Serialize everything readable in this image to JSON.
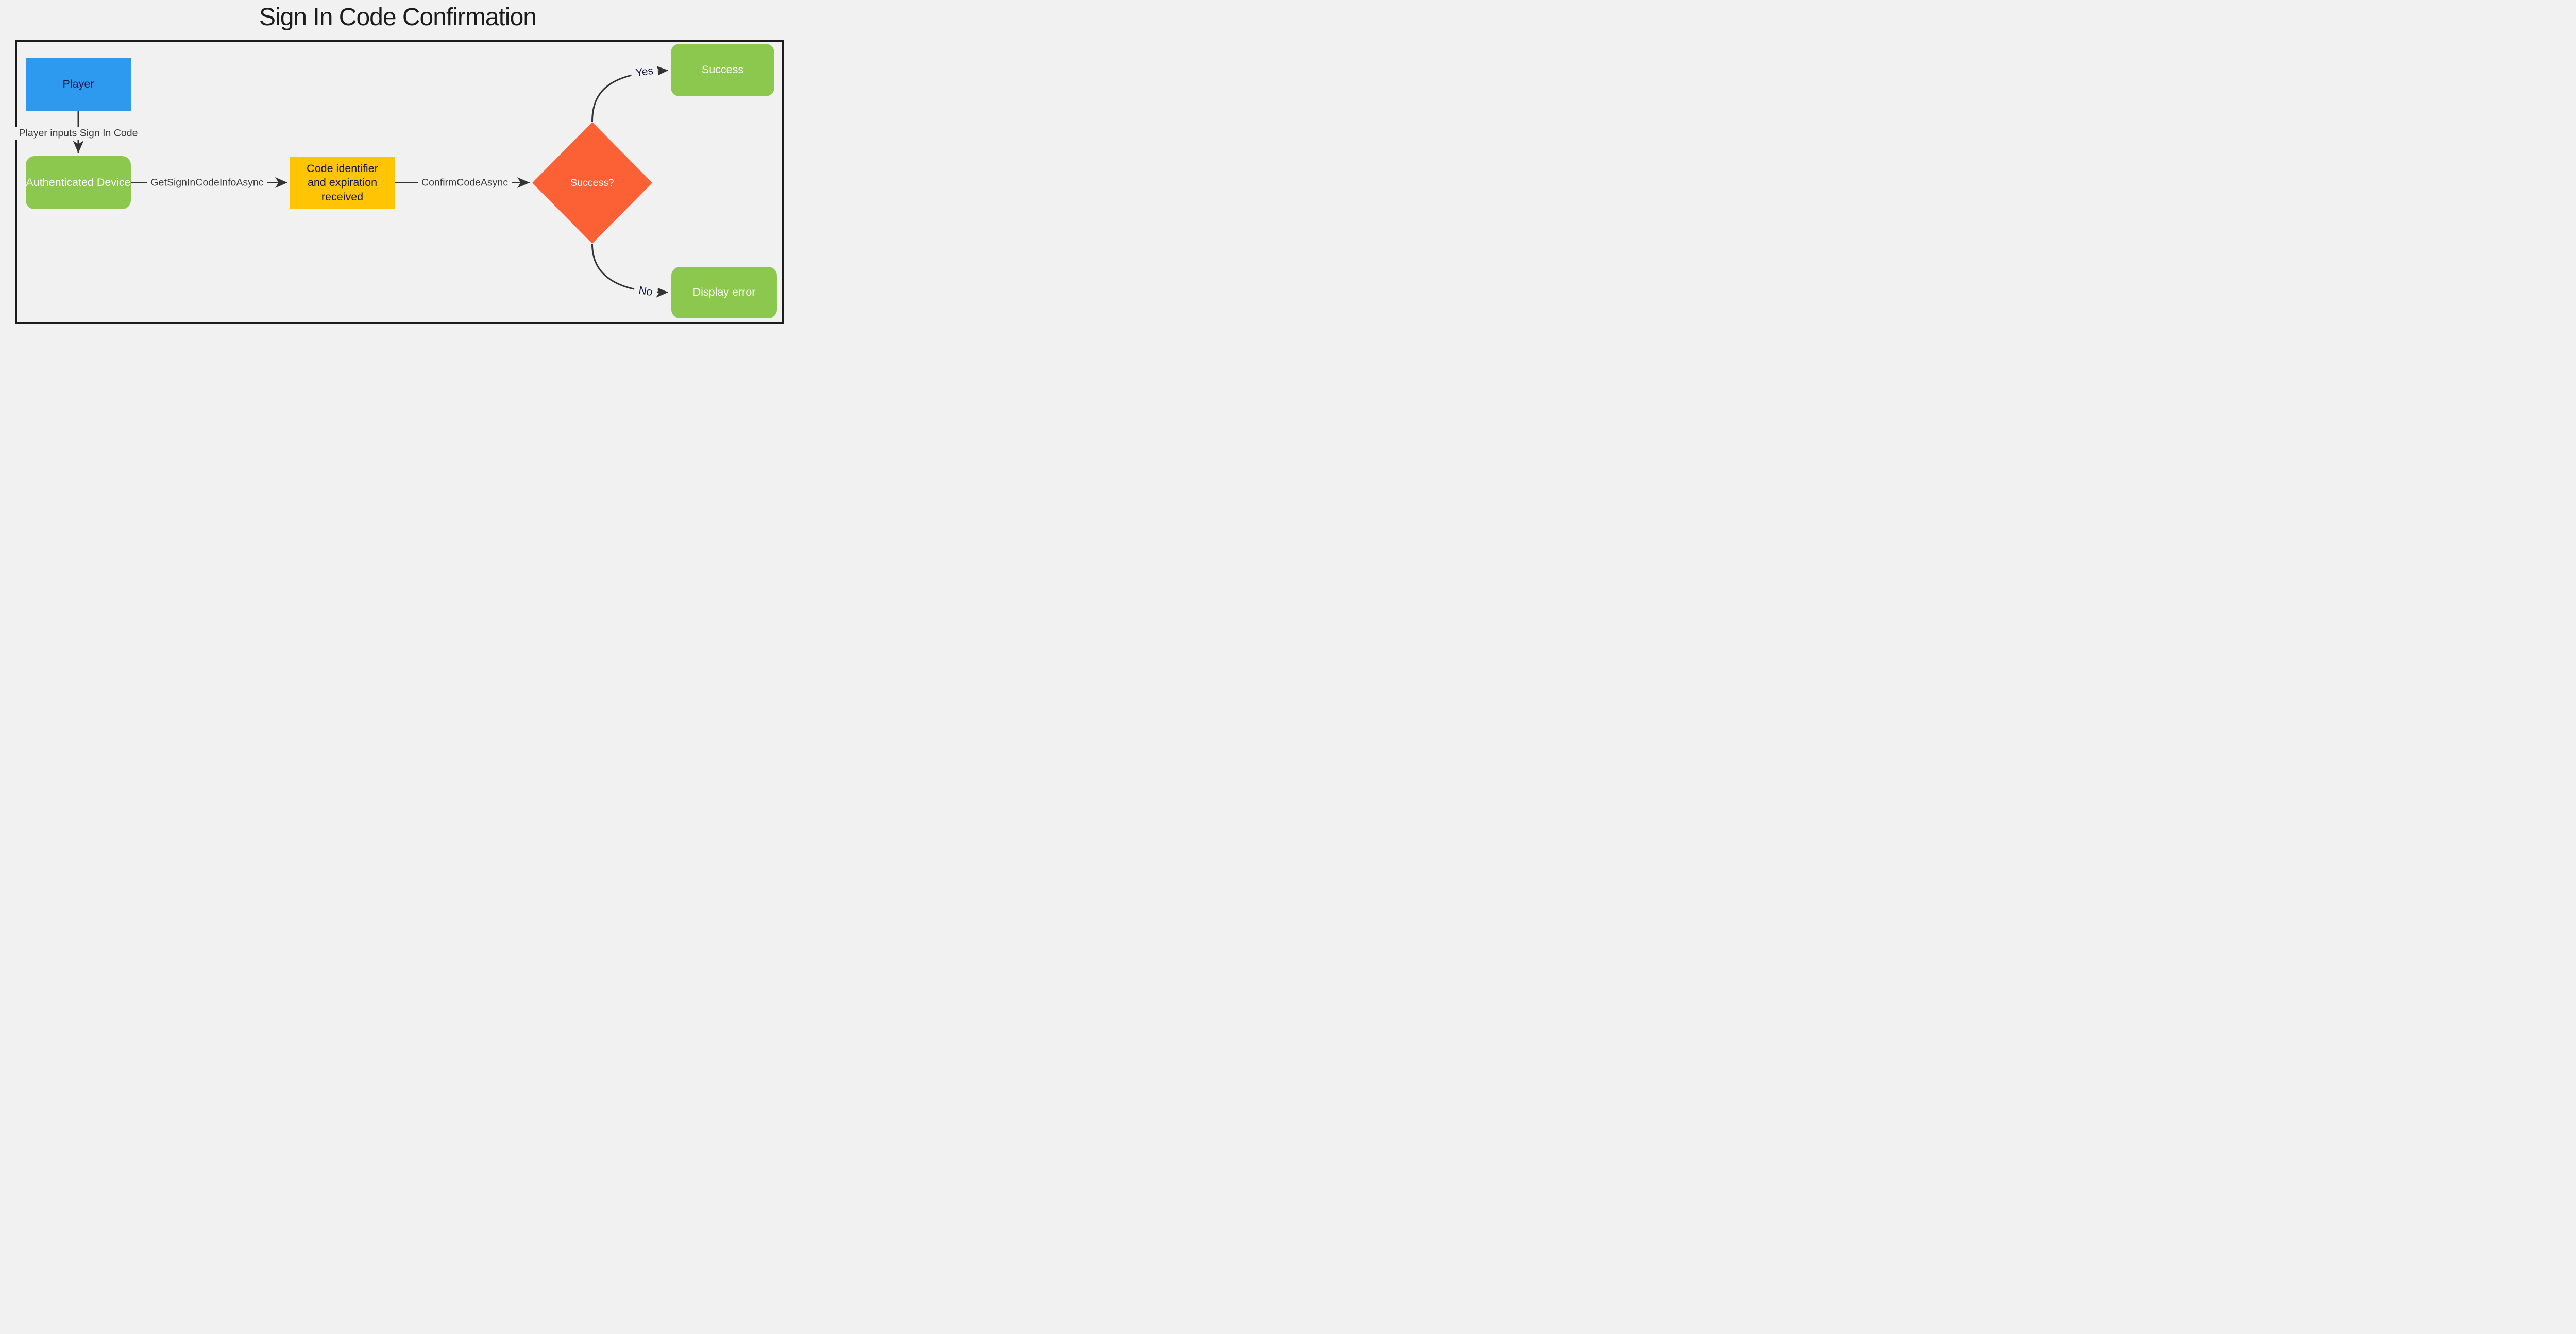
{
  "diagram": {
    "title": "Sign In Code Confirmation",
    "nodes": {
      "player": {
        "label": "Player",
        "shape": "rectangle",
        "color": "#2E9AEF"
      },
      "authenticated_device": {
        "label": "Authenticated Device",
        "shape": "rounded-rectangle",
        "color": "#8CC84E"
      },
      "code_received": {
        "label": "Code identifier and expiration received",
        "shape": "rectangle",
        "color": "#FFC403"
      },
      "decision": {
        "label": "Success?",
        "shape": "diamond",
        "color": "#FC6136"
      },
      "success": {
        "label": "Success",
        "shape": "rounded-rectangle",
        "color": "#8CC84E"
      },
      "display_error": {
        "label": "Display error",
        "shape": "rounded-rectangle",
        "color": "#8CC84E"
      }
    },
    "edges": {
      "player_to_device": {
        "label": "Player inputs Sign In Code"
      },
      "device_to_code": {
        "label": "GetSignInCodeInfoAsync"
      },
      "code_to_decision": {
        "label": "ConfirmCodeAsync"
      },
      "decision_yes": {
        "label": "Yes"
      },
      "decision_no": {
        "label": "No"
      }
    },
    "colors": {
      "bg": "#F1F1F1",
      "frame": "#1C1C1C",
      "blue": "#2E9AEF",
      "green": "#8CC84E",
      "yellow": "#FFC403",
      "orange": "#FC6136",
      "navy": "#17174F",
      "gray": "#3A3A3A",
      "line": "#333333",
      "white": "#FFFFFF"
    }
  }
}
